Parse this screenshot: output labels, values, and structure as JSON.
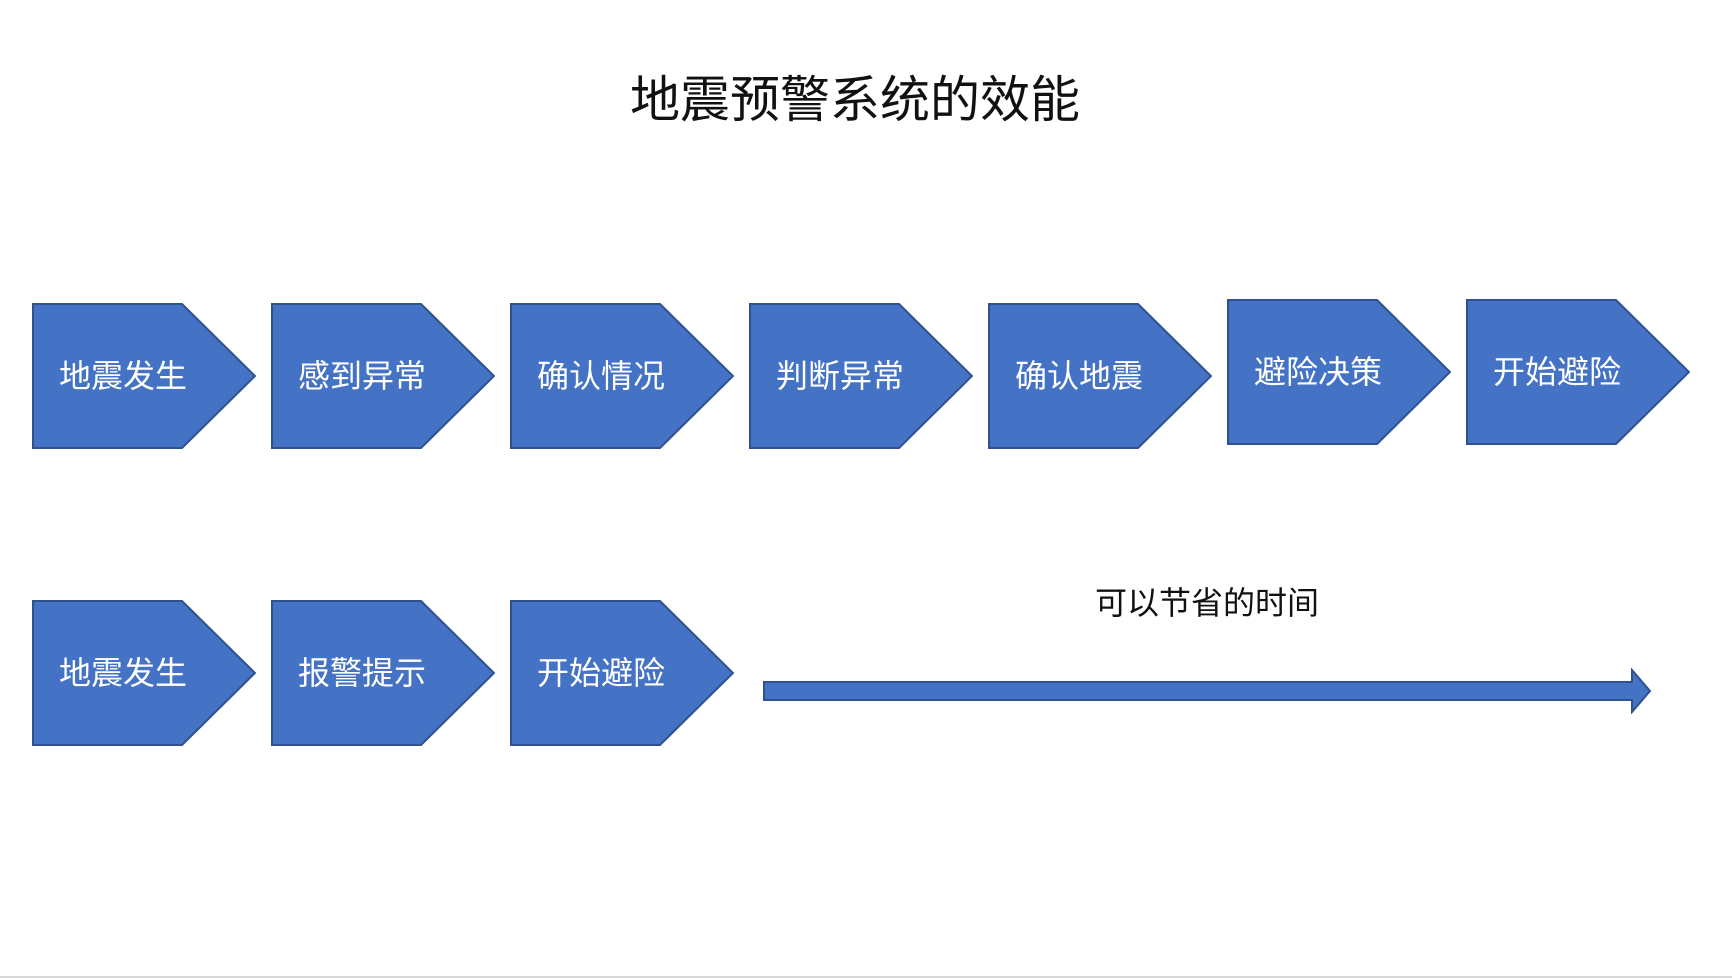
{
  "title": "地震预警系统的效能",
  "colors": {
    "shape_fill": "#4472C4",
    "shape_stroke": "#2F528F",
    "shape_text": "#ffffff",
    "arrow_fill": "#4472C4"
  },
  "flow_without_warning": [
    {
      "label": "地震发生"
    },
    {
      "label": "感到异常"
    },
    {
      "label": "确认情况"
    },
    {
      "label": "判断异常"
    },
    {
      "label": "确认地震"
    },
    {
      "label": "避险决策"
    },
    {
      "label": "开始避险"
    }
  ],
  "flow_with_warning": [
    {
      "label": "地震发生"
    },
    {
      "label": "报警提示"
    },
    {
      "label": "开始避险"
    }
  ],
  "time_saved": {
    "label": "可以节省的时间"
  }
}
